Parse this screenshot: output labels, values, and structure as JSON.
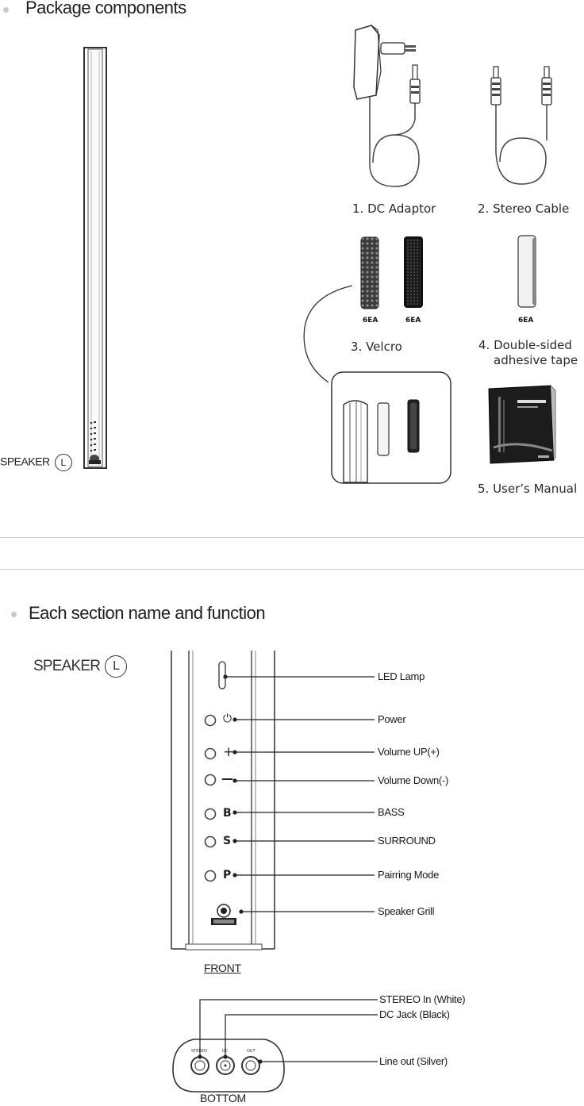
{
  "package": {
    "title": "Package components",
    "speaker_label": "SPEAKER",
    "speaker_side": "L",
    "items": {
      "dc_adaptor": "1.  DC Adaptor",
      "stereo_cable": "2. Stereo Cable",
      "velcro": "3. Velcro",
      "tape_line1": "4. Double-sided",
      "tape_line2": "adhesive tape",
      "manual": "5. User’s Manual"
    },
    "qty_velcro_a": "6EA",
    "qty_velcro_b": "6EA",
    "qty_tape": "6EA"
  },
  "sections": {
    "title": "Each section name and function",
    "speaker_label": "SPEAKER",
    "speaker_side": "L",
    "front_caption": "FRONT",
    "bottom_caption": "BOTTOM",
    "front_labels": {
      "led": "LED Lamp",
      "power": "Power",
      "vol_up": "Volume UP(+)",
      "vol_down": "Volume Down(-)",
      "bass": "BASS",
      "surround": "SURROUND",
      "pairing": "Pairring Mode",
      "grill": "Speaker Grill"
    },
    "button_glyphs": {
      "power": "⏻",
      "plus": "+",
      "minus": "—",
      "b": "B",
      "s": "S",
      "p": "P"
    },
    "bottom_labels": {
      "stereo_in": "STEREO In (White)",
      "dc_jack": "DC Jack (Black)",
      "line_out": "Line out (Silver)"
    },
    "jack_marks": {
      "stereo": "STEREO",
      "dc": "DC",
      "out": "OUT"
    }
  }
}
